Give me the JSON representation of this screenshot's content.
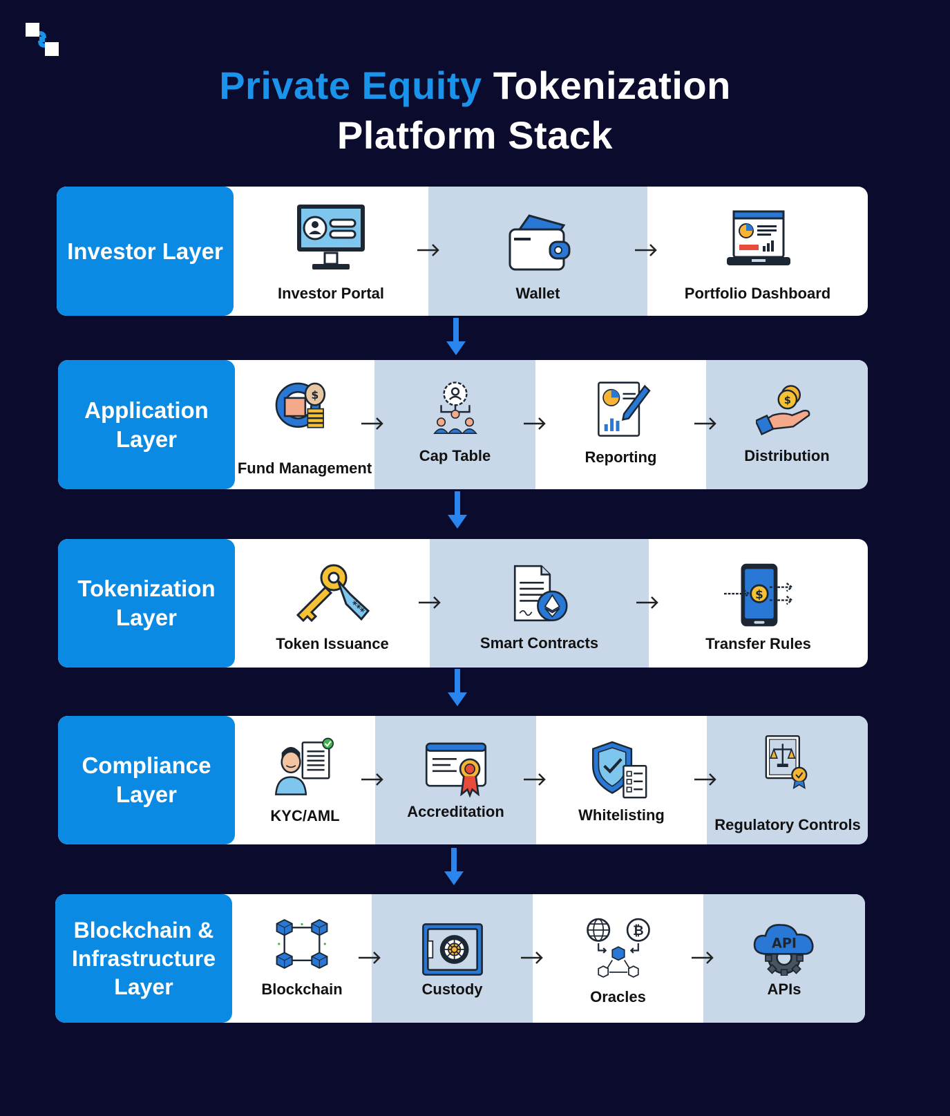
{
  "title": {
    "accent": "Private Equity",
    "rest": "Tokenization",
    "line2": "Platform Stack"
  },
  "colors": {
    "background": "#0b0b2e",
    "accent": "#1a93ea",
    "label_bg": "#0a8ae3",
    "shade": "#c8d8e8"
  },
  "layers": [
    {
      "label": "Investor Layer",
      "items": [
        {
          "label": "Investor Portal",
          "icon": "monitor-profile-icon"
        },
        {
          "label": "Wallet",
          "icon": "wallet-icon"
        },
        {
          "label": "Portfolio Dashboard",
          "icon": "laptop-dashboard-icon"
        }
      ]
    },
    {
      "label": "Application Layer",
      "items": [
        {
          "label": "Fund Management",
          "icon": "gear-money-icon"
        },
        {
          "label": "Cap Table",
          "icon": "org-chart-icon"
        },
        {
          "label": "Reporting",
          "icon": "report-chart-icon"
        },
        {
          "label": "Distribution",
          "icon": "hand-coins-icon"
        }
      ]
    },
    {
      "label": "Tokenization Layer",
      "items": [
        {
          "label": "Token Issuance",
          "icon": "key-tag-icon"
        },
        {
          "label": "Smart Contracts",
          "icon": "contract-ethereum-icon"
        },
        {
          "label": "Transfer Rules",
          "icon": "phone-dollar-icon"
        }
      ]
    },
    {
      "label": "Compliance Layer",
      "items": [
        {
          "label": "KYC/AML",
          "icon": "person-document-icon"
        },
        {
          "label": "Accreditation",
          "icon": "certificate-icon"
        },
        {
          "label": "Whitelisting",
          "icon": "shield-checklist-icon"
        },
        {
          "label": "Regulatory Controls",
          "icon": "scales-badge-icon"
        }
      ]
    },
    {
      "label": "Blockchain & Infrastructure Layer",
      "items": [
        {
          "label": "Blockchain",
          "icon": "blockchain-cubes-icon"
        },
        {
          "label": "Custody",
          "icon": "vault-icon"
        },
        {
          "label": "Oracles",
          "icon": "globe-bitcoin-network-icon"
        },
        {
          "label": "APIs",
          "icon": "cloud-api-icon"
        }
      ]
    }
  ]
}
